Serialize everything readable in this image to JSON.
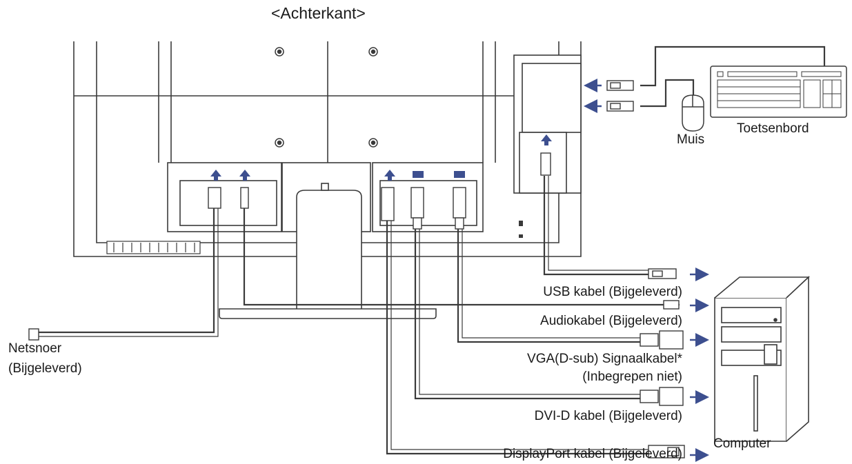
{
  "title": "<Achterkant>",
  "labels": {
    "keyboard": "Toetsenbord",
    "mouse": "Muis",
    "power_line1": "Netsnoer",
    "power_line2": "(Bijgeleverd)",
    "usb": "USB kabel (Bijgeleverd)",
    "audio": "Audiokabel (Bijgeleverd)",
    "vga_line1": "VGA(D-sub) Signaalkabel*",
    "vga_line2": "(Inbegrepen niet)",
    "dvi": "DVI-D kabel (Bijgeleverd)",
    "displayport": "DisplayPort kabel (Bijgeleverd)",
    "computer": "Computer"
  },
  "colors": {
    "line": "#3a3a3a",
    "arrow": "#3d4f8f",
    "fill_light": "#f4f4f4"
  }
}
